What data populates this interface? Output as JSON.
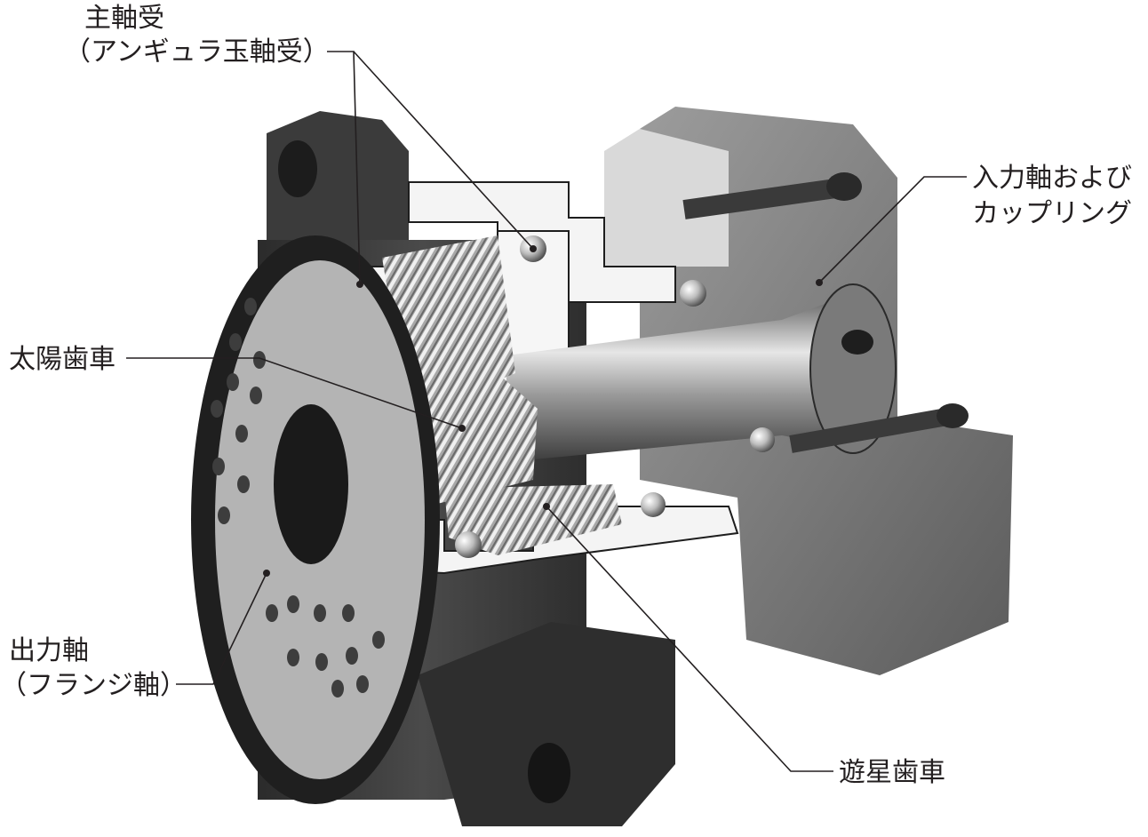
{
  "labels": {
    "main_bearing": {
      "line1": "主軸受",
      "line2": "（アンギュラ玉軸受）"
    },
    "input_shaft": {
      "line1": "入力軸および",
      "line2": "カップリング"
    },
    "sun_gear": {
      "line1": "太陽歯車"
    },
    "output_shaft": {
      "line1": "出力軸",
      "line2": "（フランジ軸）"
    },
    "planet_gear": {
      "line1": "遊星歯車"
    }
  },
  "colors": {
    "text": "#231f20",
    "body_dark": "#3a3a3a",
    "body_mid": "#8a8a8a",
    "cut_face": "#f2f2f2",
    "metal_light": "#d8d8d8"
  }
}
